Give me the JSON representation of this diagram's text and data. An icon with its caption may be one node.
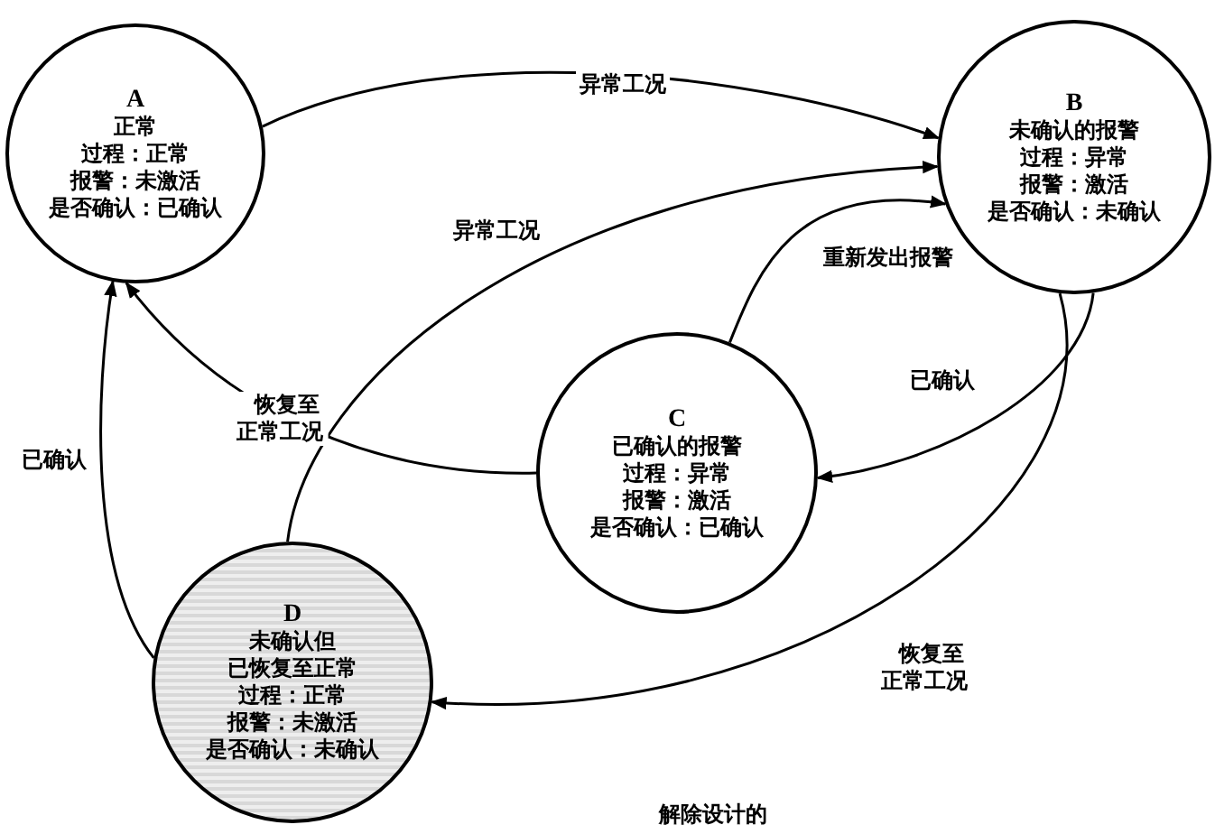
{
  "diagram": {
    "nodes": [
      {
        "text": [
          "A",
          "正常",
          "过程：正常",
          "报警：未激活",
          "是否确认：已确认"
        ]
      },
      {
        "text": [
          "B",
          "未确认的报警",
          "过程：异常",
          "报警：激活",
          "是否确认：未确认"
        ]
      },
      {
        "text": [
          "C",
          "已确认的报警",
          "过程：异常",
          "报警：激活",
          "是否确认：已确认"
        ]
      },
      {
        "text": [
          "D",
          "未确认但",
          "已恢复至正常",
          "过程：正常",
          "报警：未激活",
          "是否确认：未确认"
        ]
      }
    ],
    "edges": [
      {
        "from": 0,
        "to": 1,
        "arrow": "to",
        "label": "异常工况"
      },
      {
        "from": 3,
        "to": 1,
        "arrow": "to",
        "label": "异常工况"
      },
      {
        "from": 2,
        "to": 1,
        "arrow": "to",
        "label": "重新发出报警"
      },
      {
        "from": 1,
        "to": 2,
        "arrow": "to",
        "label": "已确认"
      },
      {
        "from": 2,
        "to": 0,
        "arrow": "to",
        "label": "恢复至正常工况"
      },
      {
        "from": 1,
        "to": 3,
        "arrow": "to",
        "label": "恢复至正常工况"
      },
      {
        "from": 3,
        "to": 0,
        "arrow": "to",
        "label": "已确认"
      }
    ],
    "labels": [
      "解除设计的"
    ]
  }
}
